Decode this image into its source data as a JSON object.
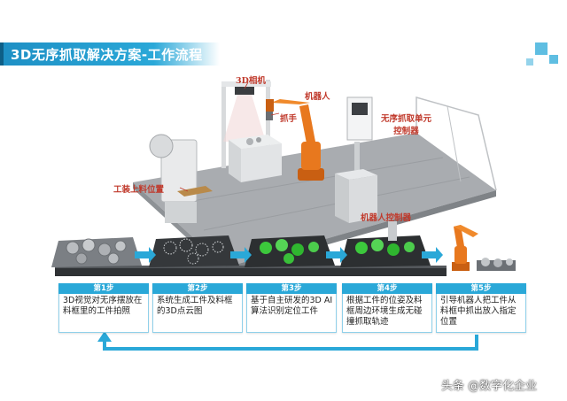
{
  "title": "3D无序抓取解决方案-工作流程",
  "callouts": {
    "camera": "3D相机",
    "robot": "机器人",
    "gripper": "抓手",
    "unit_controller_line1": "无序抓取单元",
    "unit_controller_line2": "控制器",
    "loading_position": "工装上料位置",
    "robot_controller": "机器人控制器"
  },
  "steps": [
    {
      "label": "第1步",
      "desc": "3D视觉对无序摆放在料框里的工件拍照"
    },
    {
      "label": "第2步",
      "desc": "系统生成工件及料框的3D点云图"
    },
    {
      "label": "第3步",
      "desc": "基于自主研发的3D AI 算法识别定位工件"
    },
    {
      "label": "第4步",
      "desc": "根据工件的位姿及料框周边环境生成无碰撞抓取轨迹"
    },
    {
      "label": "第5步",
      "desc": "引导机器人把工件从料框中抓出放入指定位置"
    }
  ],
  "watermark": "头条 @数字化企业",
  "colors": {
    "accent": "#2aa8d8",
    "accent_dark": "#1e8fc4",
    "callout_red": "#c0392b",
    "robot_orange": "#e8781e",
    "pointcloud_green": "#3cc83c"
  }
}
